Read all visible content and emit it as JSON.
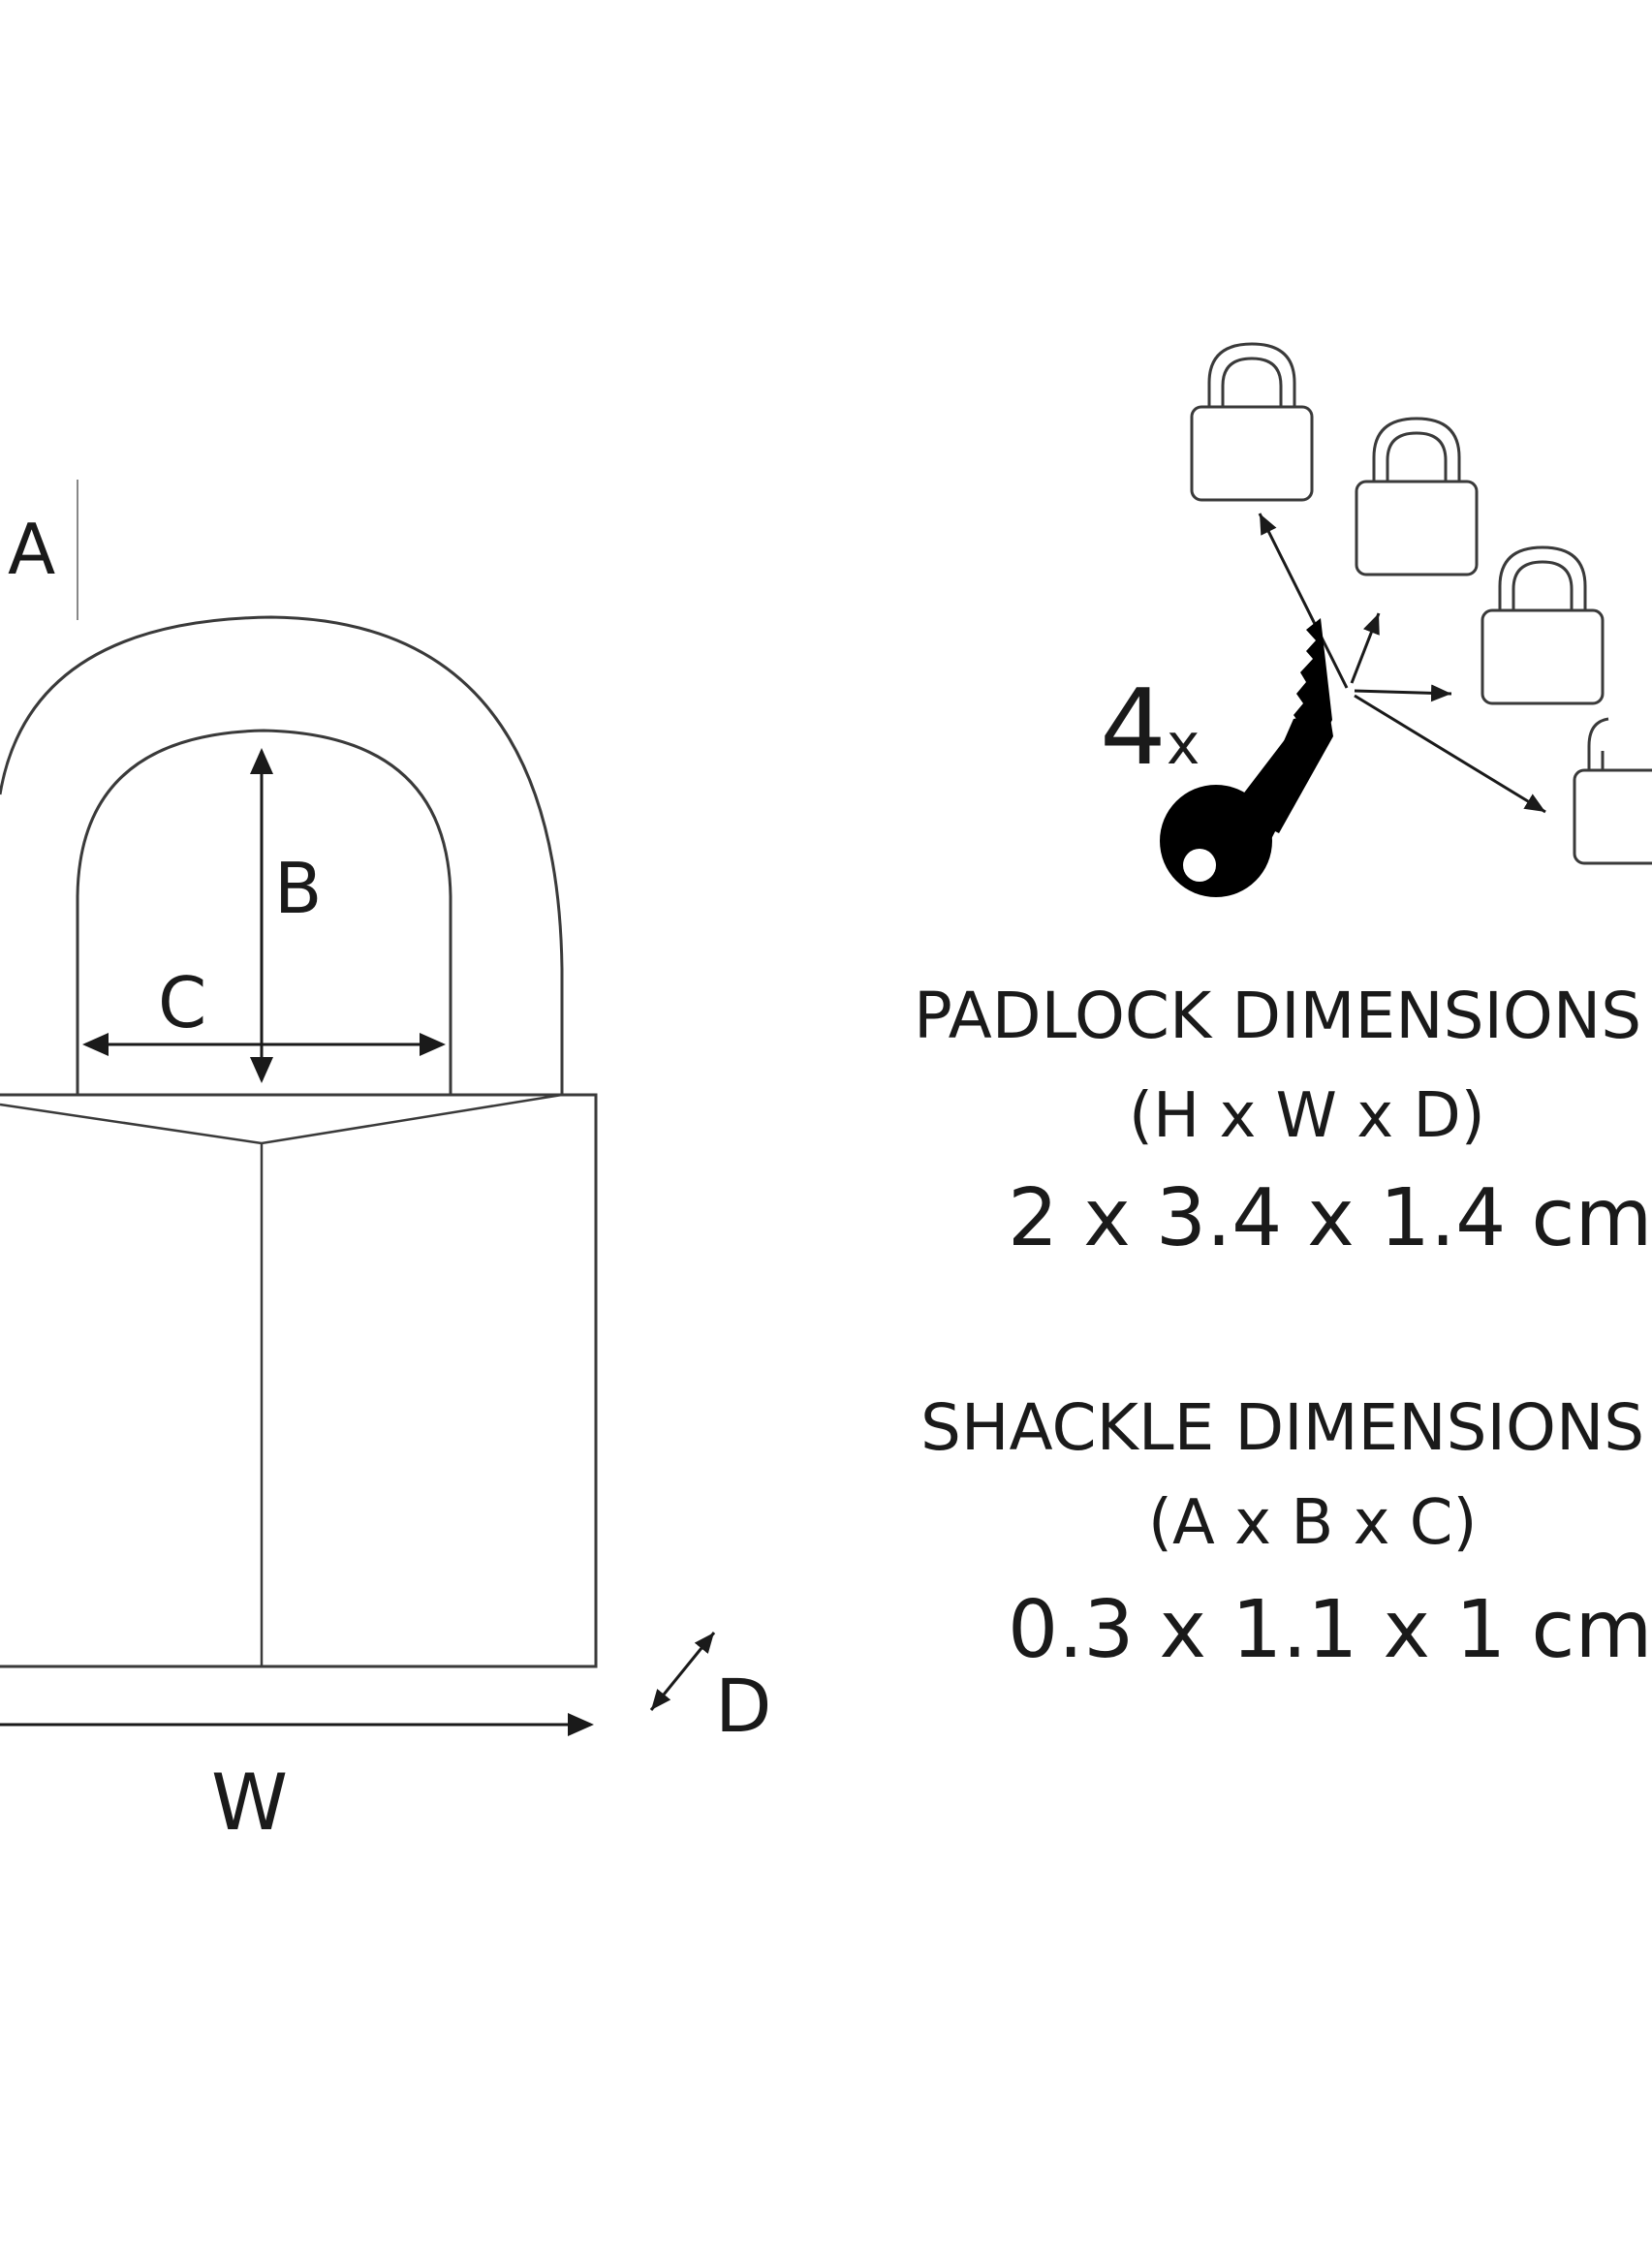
{
  "labels": {
    "a": "A",
    "b": "B",
    "c": "C",
    "d": "D",
    "w": "W"
  },
  "keys": {
    "count": "4",
    "suffix": "x"
  },
  "padlock_dimensions": {
    "heading": "PADLOCK DIMENSIONS",
    "axes": "(H x W x D)",
    "value": "2 x 3.4 x 1.4 cm"
  },
  "shackle_dimensions": {
    "heading": "SHACKLE DIMENSIONS",
    "axes": "(A x B x C)",
    "value": "0.3 x 1.1 x 1 cm"
  },
  "colors": {
    "line": "#3a3a3a",
    "ink": "#1a1a1a",
    "background": "#ffffff"
  }
}
